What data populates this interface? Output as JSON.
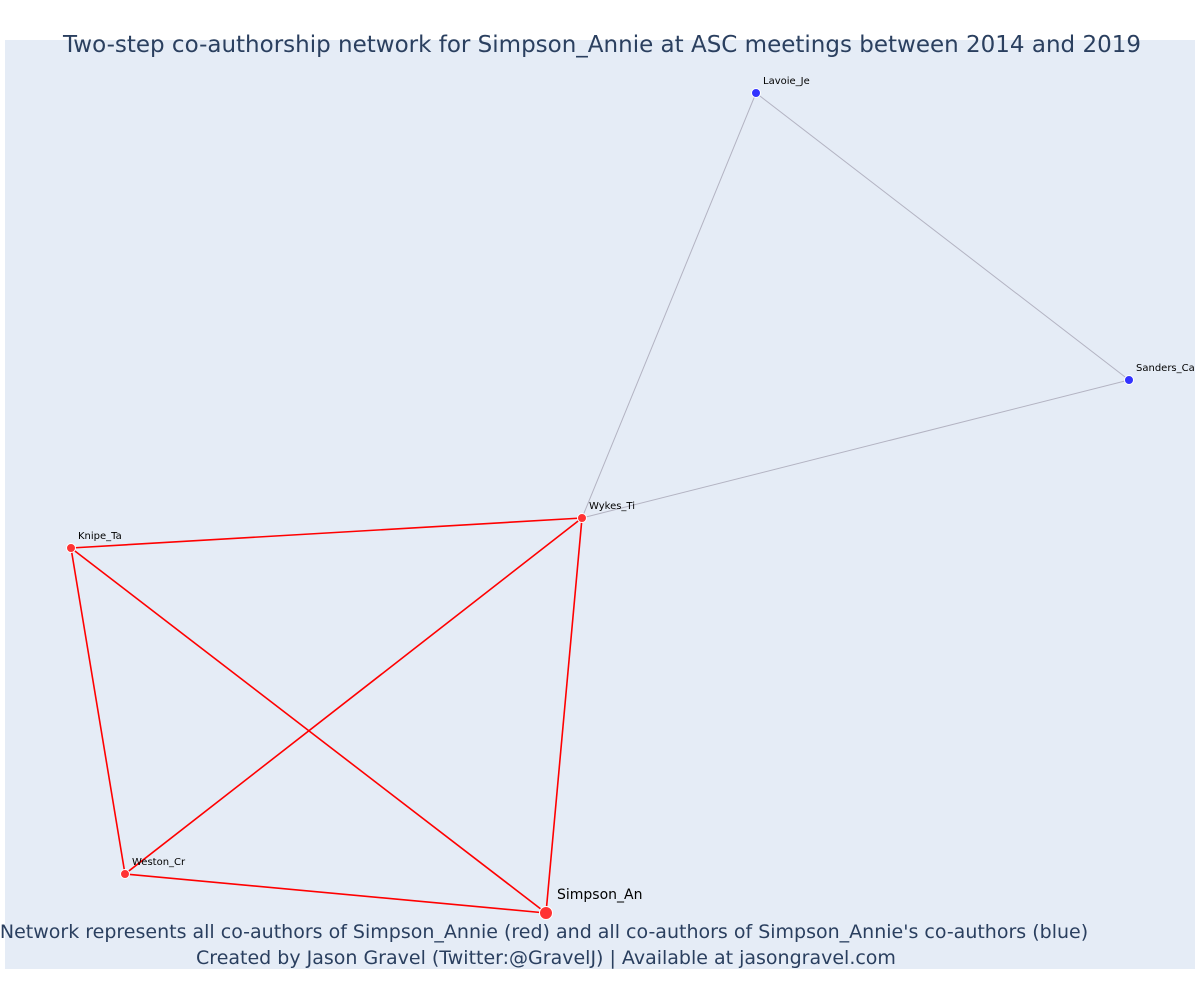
{
  "title": "Two-step co-authorship network for Simpson_Annie at ASC meetings between 2014 and 2019",
  "caption": {
    "line1": "Network represents all co-authors of Simpson_Annie (red) and all co-authors of Simpson_Annie's co-authors (blue)",
    "line2": "Created by Jason Gravel (Twitter:@GravelJ) | Available at jasongravel.com"
  },
  "colors": {
    "background": "#e5ecf6",
    "first_degree": "#ff3333",
    "second_degree": "#3333ff",
    "first_degree_edge": "#ff0000",
    "second_degree_edge": "#b3b3c2",
    "text": "#2a3f5f"
  },
  "nodes": [
    {
      "id": "simpson",
      "label": "Simpson_An",
      "group": "ego"
    },
    {
      "id": "wykes",
      "label": "Wykes_Ti",
      "group": "coauthor"
    },
    {
      "id": "knipe",
      "label": "Knipe_Ta",
      "group": "coauthor"
    },
    {
      "id": "weston",
      "label": "Weston_Cr",
      "group": "coauthor"
    },
    {
      "id": "lavoie",
      "label": "Lavoie_Je",
      "group": "second"
    },
    {
      "id": "sanders",
      "label": "Sanders_Ca",
      "group": "second"
    }
  ],
  "edges": [
    {
      "source": "knipe",
      "target": "wykes",
      "type": "first"
    },
    {
      "source": "knipe",
      "target": "weston",
      "type": "first"
    },
    {
      "source": "knipe",
      "target": "simpson",
      "type": "first"
    },
    {
      "source": "weston",
      "target": "wykes",
      "type": "first"
    },
    {
      "source": "weston",
      "target": "simpson",
      "type": "first"
    },
    {
      "source": "wykes",
      "target": "simpson",
      "type": "first"
    },
    {
      "source": "lavoie",
      "target": "wykes",
      "type": "second"
    },
    {
      "source": "lavoie",
      "target": "sanders",
      "type": "second"
    },
    {
      "source": "sanders",
      "target": "wykes",
      "type": "second"
    }
  ]
}
